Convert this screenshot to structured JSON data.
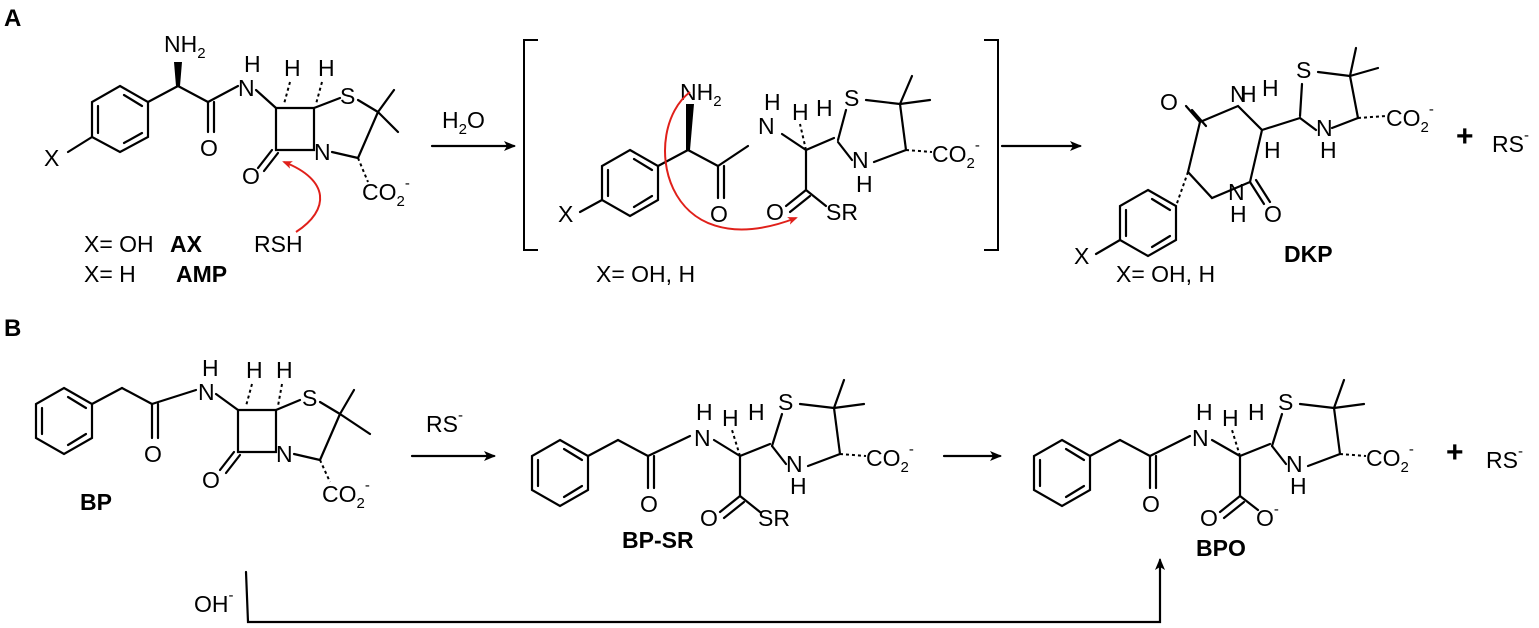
{
  "panels": {
    "a": "A",
    "b": "B"
  },
  "atoms": {
    "nh2": "NH",
    "sub2": "2",
    "h": "H",
    "n": "N",
    "s": "S",
    "o": "O",
    "x": "X",
    "nh": "NH",
    "co": "CO",
    "sr": "SR",
    "rsh": "RSH",
    "rs": "RS",
    "minus": "-",
    "plus": "+"
  },
  "reagents": {
    "water": "H",
    "water_sub": "2",
    "water_o": "O",
    "rs": "RS",
    "oh": "OH"
  },
  "labels": {
    "ax_line": "X= OH",
    "ax": "AX",
    "amp_line": "X= H",
    "amp": "AMP",
    "x_oh_h": "X= OH, H",
    "dkp": "DKP",
    "bp": "BP",
    "bp_sr": "BP-SR",
    "bpo": "BPO"
  },
  "colors": {
    "curved_arrow": "#e0201a",
    "ink": "#000000",
    "background": "#ffffff"
  }
}
